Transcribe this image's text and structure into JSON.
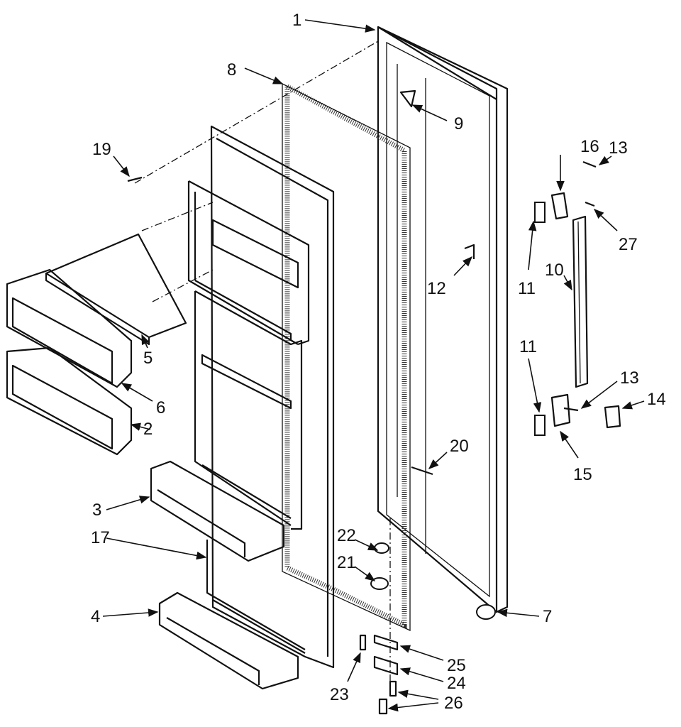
{
  "callouts": [
    {
      "label": "1"
    },
    {
      "label": "2"
    },
    {
      "label": "3"
    },
    {
      "label": "4"
    },
    {
      "label": "5"
    },
    {
      "label": "6"
    },
    {
      "label": "7"
    },
    {
      "label": "8"
    },
    {
      "label": "9"
    },
    {
      "label": "10"
    },
    {
      "label": "11"
    },
    {
      "label": "11"
    },
    {
      "label": "12"
    },
    {
      "label": "13"
    },
    {
      "label": "13"
    },
    {
      "label": "14"
    },
    {
      "label": "15"
    },
    {
      "label": "16"
    },
    {
      "label": "17"
    },
    {
      "label": "19"
    },
    {
      "label": "20"
    },
    {
      "label": "21"
    },
    {
      "label": "22"
    },
    {
      "label": "23"
    },
    {
      "label": "24"
    },
    {
      "label": "25"
    },
    {
      "label": "26"
    },
    {
      "label": "27"
    }
  ]
}
